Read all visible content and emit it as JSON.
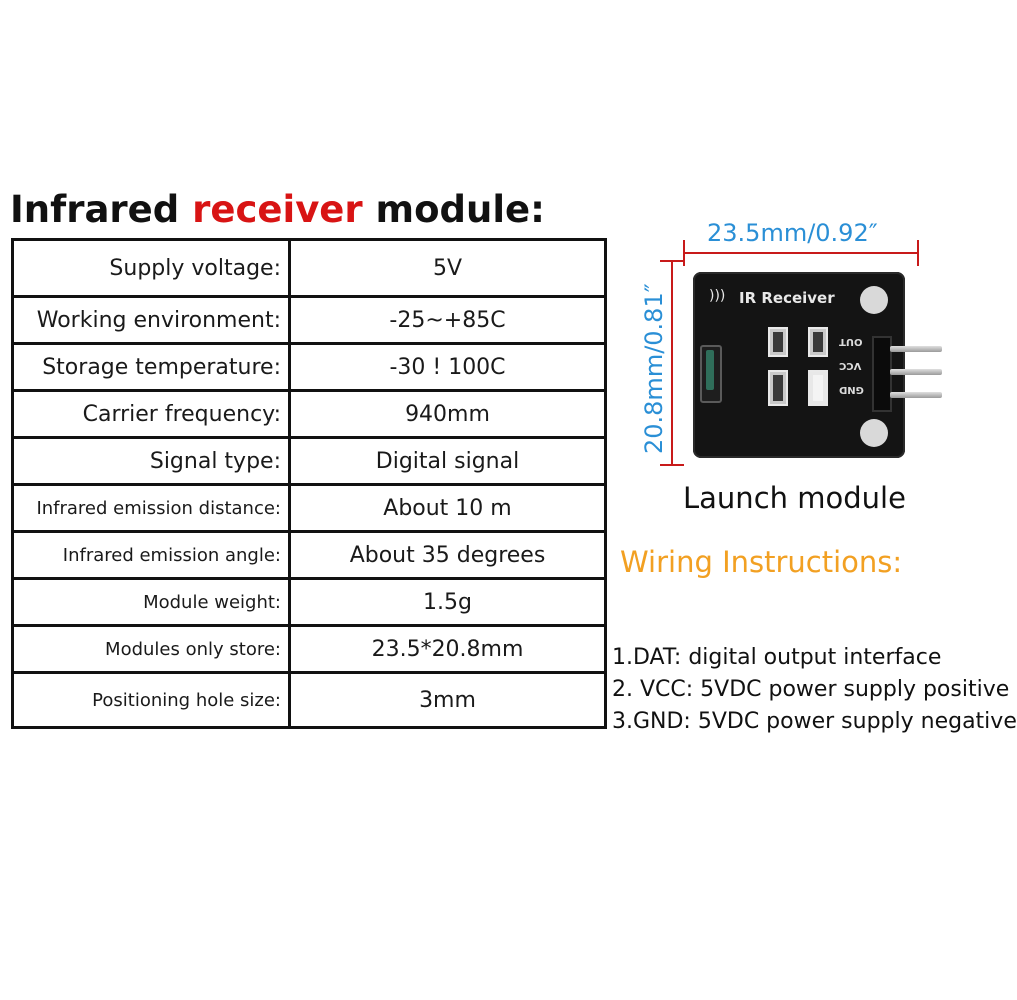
{
  "title": {
    "part1": "Infrared",
    "accent": "receiver",
    "part2": "module:"
  },
  "specs": [
    {
      "label": "Supply voltage:",
      "value": "5V"
    },
    {
      "label": "Working environment:",
      "value": "-25~+85C"
    },
    {
      "label": "Storage temperature:",
      "value": "-30 ! 100C"
    },
    {
      "label": "Carrier frequency:",
      "value": "940mm"
    },
    {
      "label": "Signal type:",
      "value": "Digital signal"
    },
    {
      "label": "Infrared emission distance:",
      "value": "About 10 m"
    },
    {
      "label": "Infrared emission angle:",
      "value": "About 35 degrees"
    },
    {
      "label": "Module weight:",
      "value": "1.5g"
    },
    {
      "label": "Modules only store:",
      "value": "23.5*20.8mm"
    },
    {
      "label": "Positioning hole size:",
      "value": "3mm"
    }
  ],
  "dimensions": {
    "width": "23.5mm/0.92″",
    "height": "20.8mm/0.81″"
  },
  "board": {
    "text": "IR Receiver",
    "pins": [
      "OUT",
      "VCC",
      "GND"
    ],
    "colors": {
      "pcb": "#141414",
      "dimension_lines": "#c81a1a",
      "dimension_text": "#2a8fd6"
    }
  },
  "launch_label": "Launch module",
  "wiring": {
    "title": "Wiring Instructions:",
    "lines": [
      "1.DAT: digital output interface",
      "2. VCC: 5VDC power supply positive",
      "3.GND: 5VDC power supply negative"
    ]
  },
  "colors": {
    "title_accent": "#d81414",
    "wiring_title": "#f2a022"
  }
}
